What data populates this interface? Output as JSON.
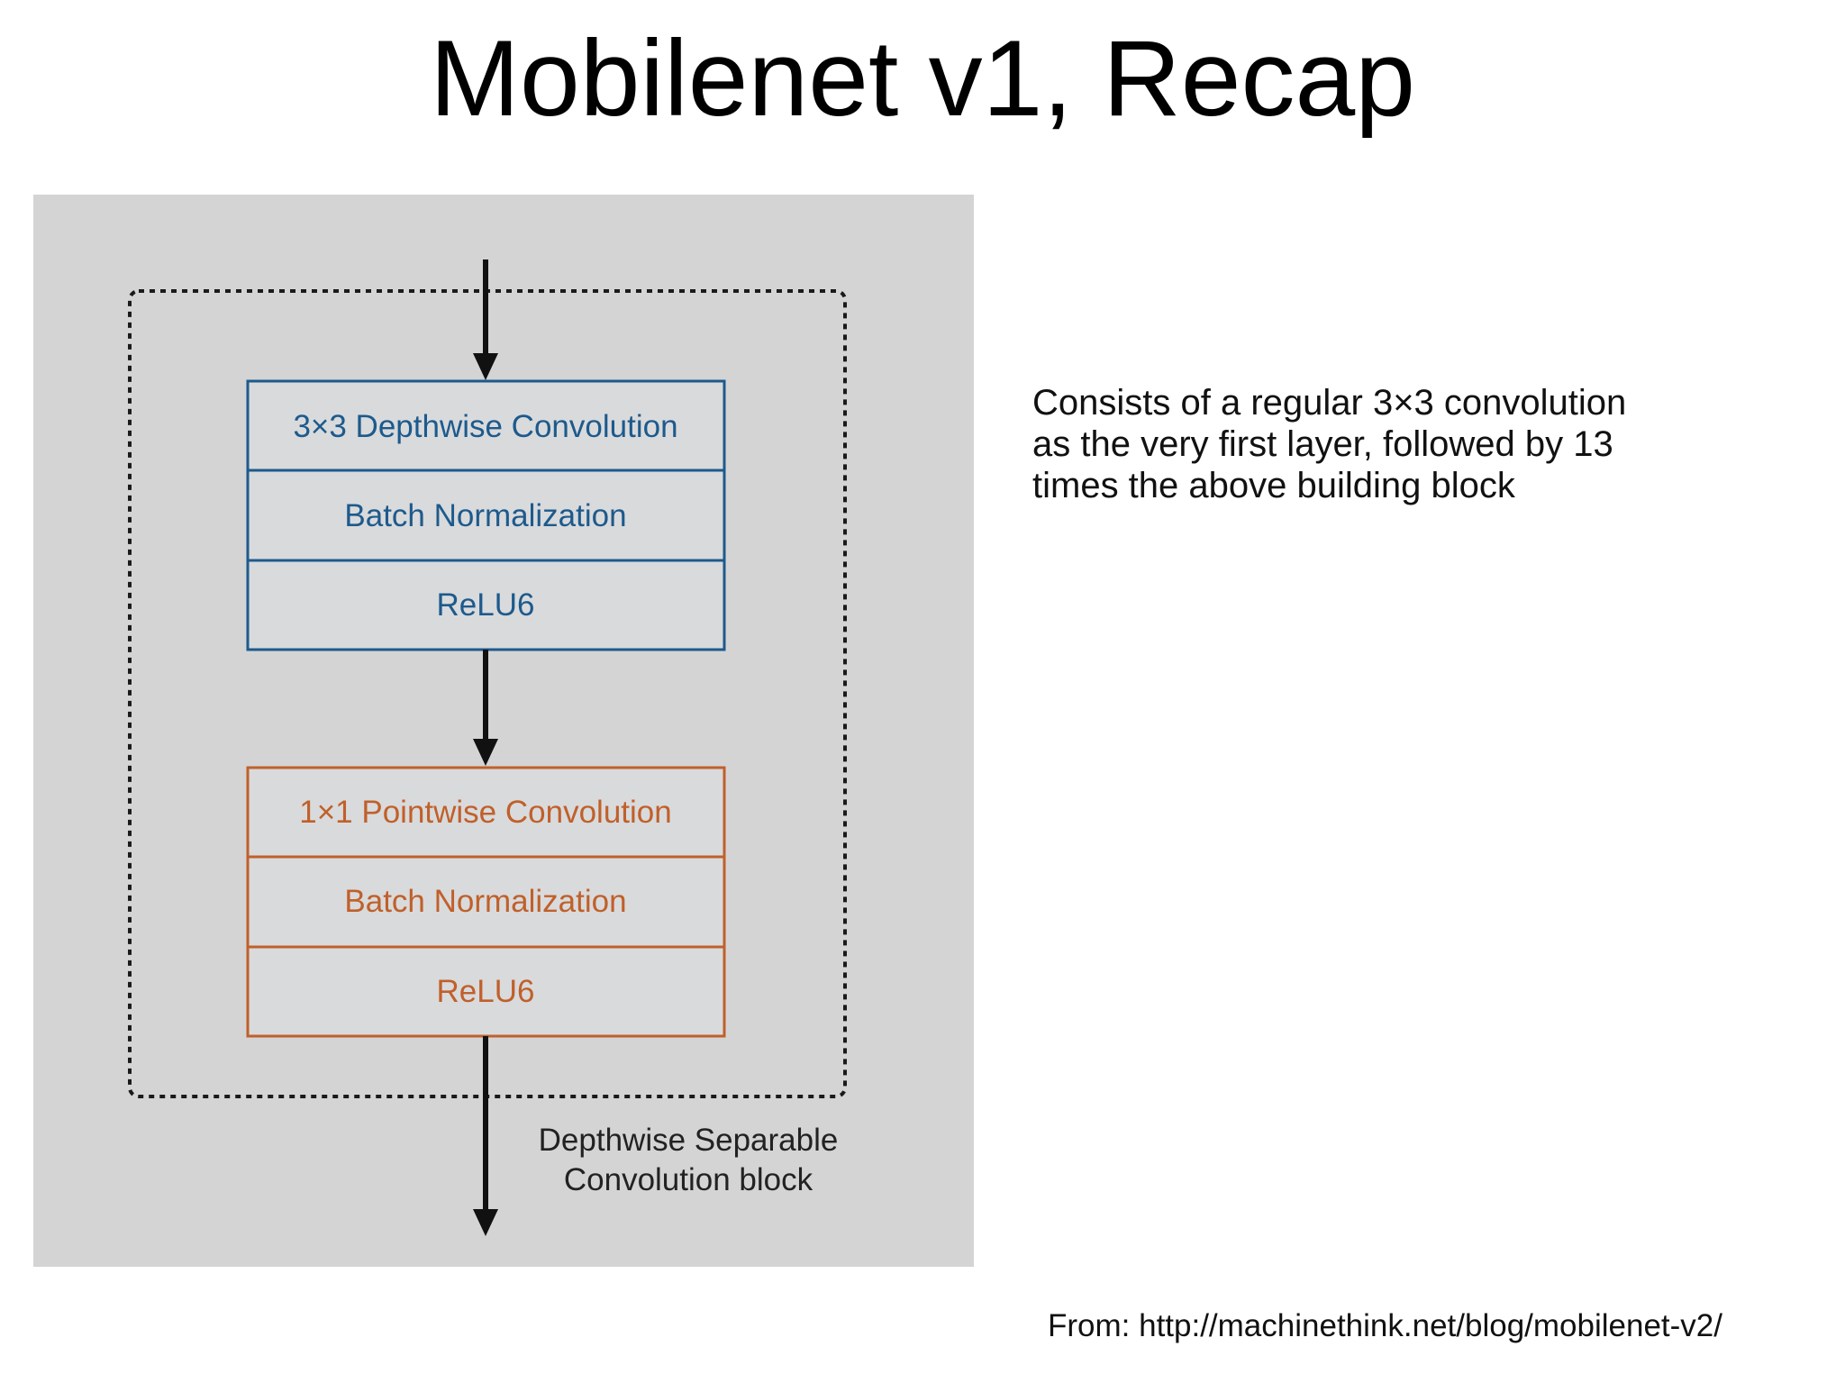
{
  "slide": {
    "title": "Mobilenet v1, Recap",
    "description_lines": [
      "Consists of a regular 3×3 convolution",
      "as the very first layer, followed by 13",
      "times the above building block"
    ],
    "source": "From: http://machinethink.net/blog/mobilenet-v2/"
  },
  "diagram": {
    "depthwise_block": {
      "color": "#1d5a8c",
      "layers": [
        "3×3 Depthwise Convolution",
        "Batch Normalization",
        "ReLU6"
      ]
    },
    "pointwise_block": {
      "color": "#c0602a",
      "layers": [
        "1×1 Pointwise Convolution",
        "Batch Normalization",
        "ReLU6"
      ]
    },
    "caption_lines": [
      "Depthwise Separable",
      "Convolution block"
    ],
    "background": "#d4d4d5",
    "edges": [
      {
        "from": "input",
        "to": "3×3 Depthwise Convolution"
      },
      {
        "from": "ReLU6",
        "to": "1×1 Pointwise Convolution"
      },
      {
        "from": "ReLU6",
        "to": "output"
      }
    ]
  }
}
